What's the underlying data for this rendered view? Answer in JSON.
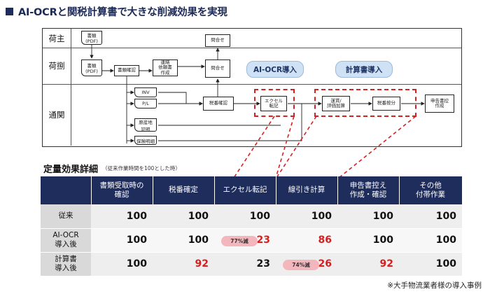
{
  "title": "AI-OCRと関税計算書で大きな削減効果を実現",
  "lanes": [
    "荷主",
    "荷捌",
    "通関"
  ],
  "flow": {
    "nodes": {
      "pdf_top": "書類\n(PDF)",
      "pdf_mid": "書類\n(PDF)",
      "check": "書類確認",
      "contact": "連絡\n依頼書\n作成",
      "ask1": "問合せ",
      "ask2": "問合せ",
      "inv": "INV",
      "pl": "P/L",
      "origin": "原産地\n証明",
      "insurance": "保険明細",
      "tax_check": "税番確認",
      "excel": "エクセル\n転記",
      "calc": "運賃/\n評価加算",
      "tax_split": "税番按分",
      "declare": "申告書控\n作成"
    },
    "callouts": {
      "ocr": "AI-OCR導入",
      "calc": "計算書導入"
    }
  },
  "section": {
    "title": "定量効果詳細",
    "note": "（従来作業時間を100とした時）"
  },
  "table": {
    "headers": [
      "書類受取時の\n確認",
      "税番確定",
      "エクセル転記",
      "線引き計算",
      "申告書控え\n作成・確認",
      "その他\n付帯作業"
    ],
    "rows": [
      {
        "label": "従来",
        "values": [
          "100",
          "100",
          "100",
          "100",
          "100",
          "100"
        ]
      },
      {
        "label": "AI-OCR\n導入後",
        "values": [
          "100",
          "100",
          "23",
          "86",
          "100",
          "100"
        ],
        "badge": "77%減"
      },
      {
        "label": "計算書\n導入後",
        "values": [
          "100",
          "92",
          "23",
          "26",
          "92",
          "100"
        ],
        "badge": "74%減"
      }
    ],
    "highlight_color": "#d91e1e"
  },
  "footer": "※大手物流業者様の導入事例"
}
